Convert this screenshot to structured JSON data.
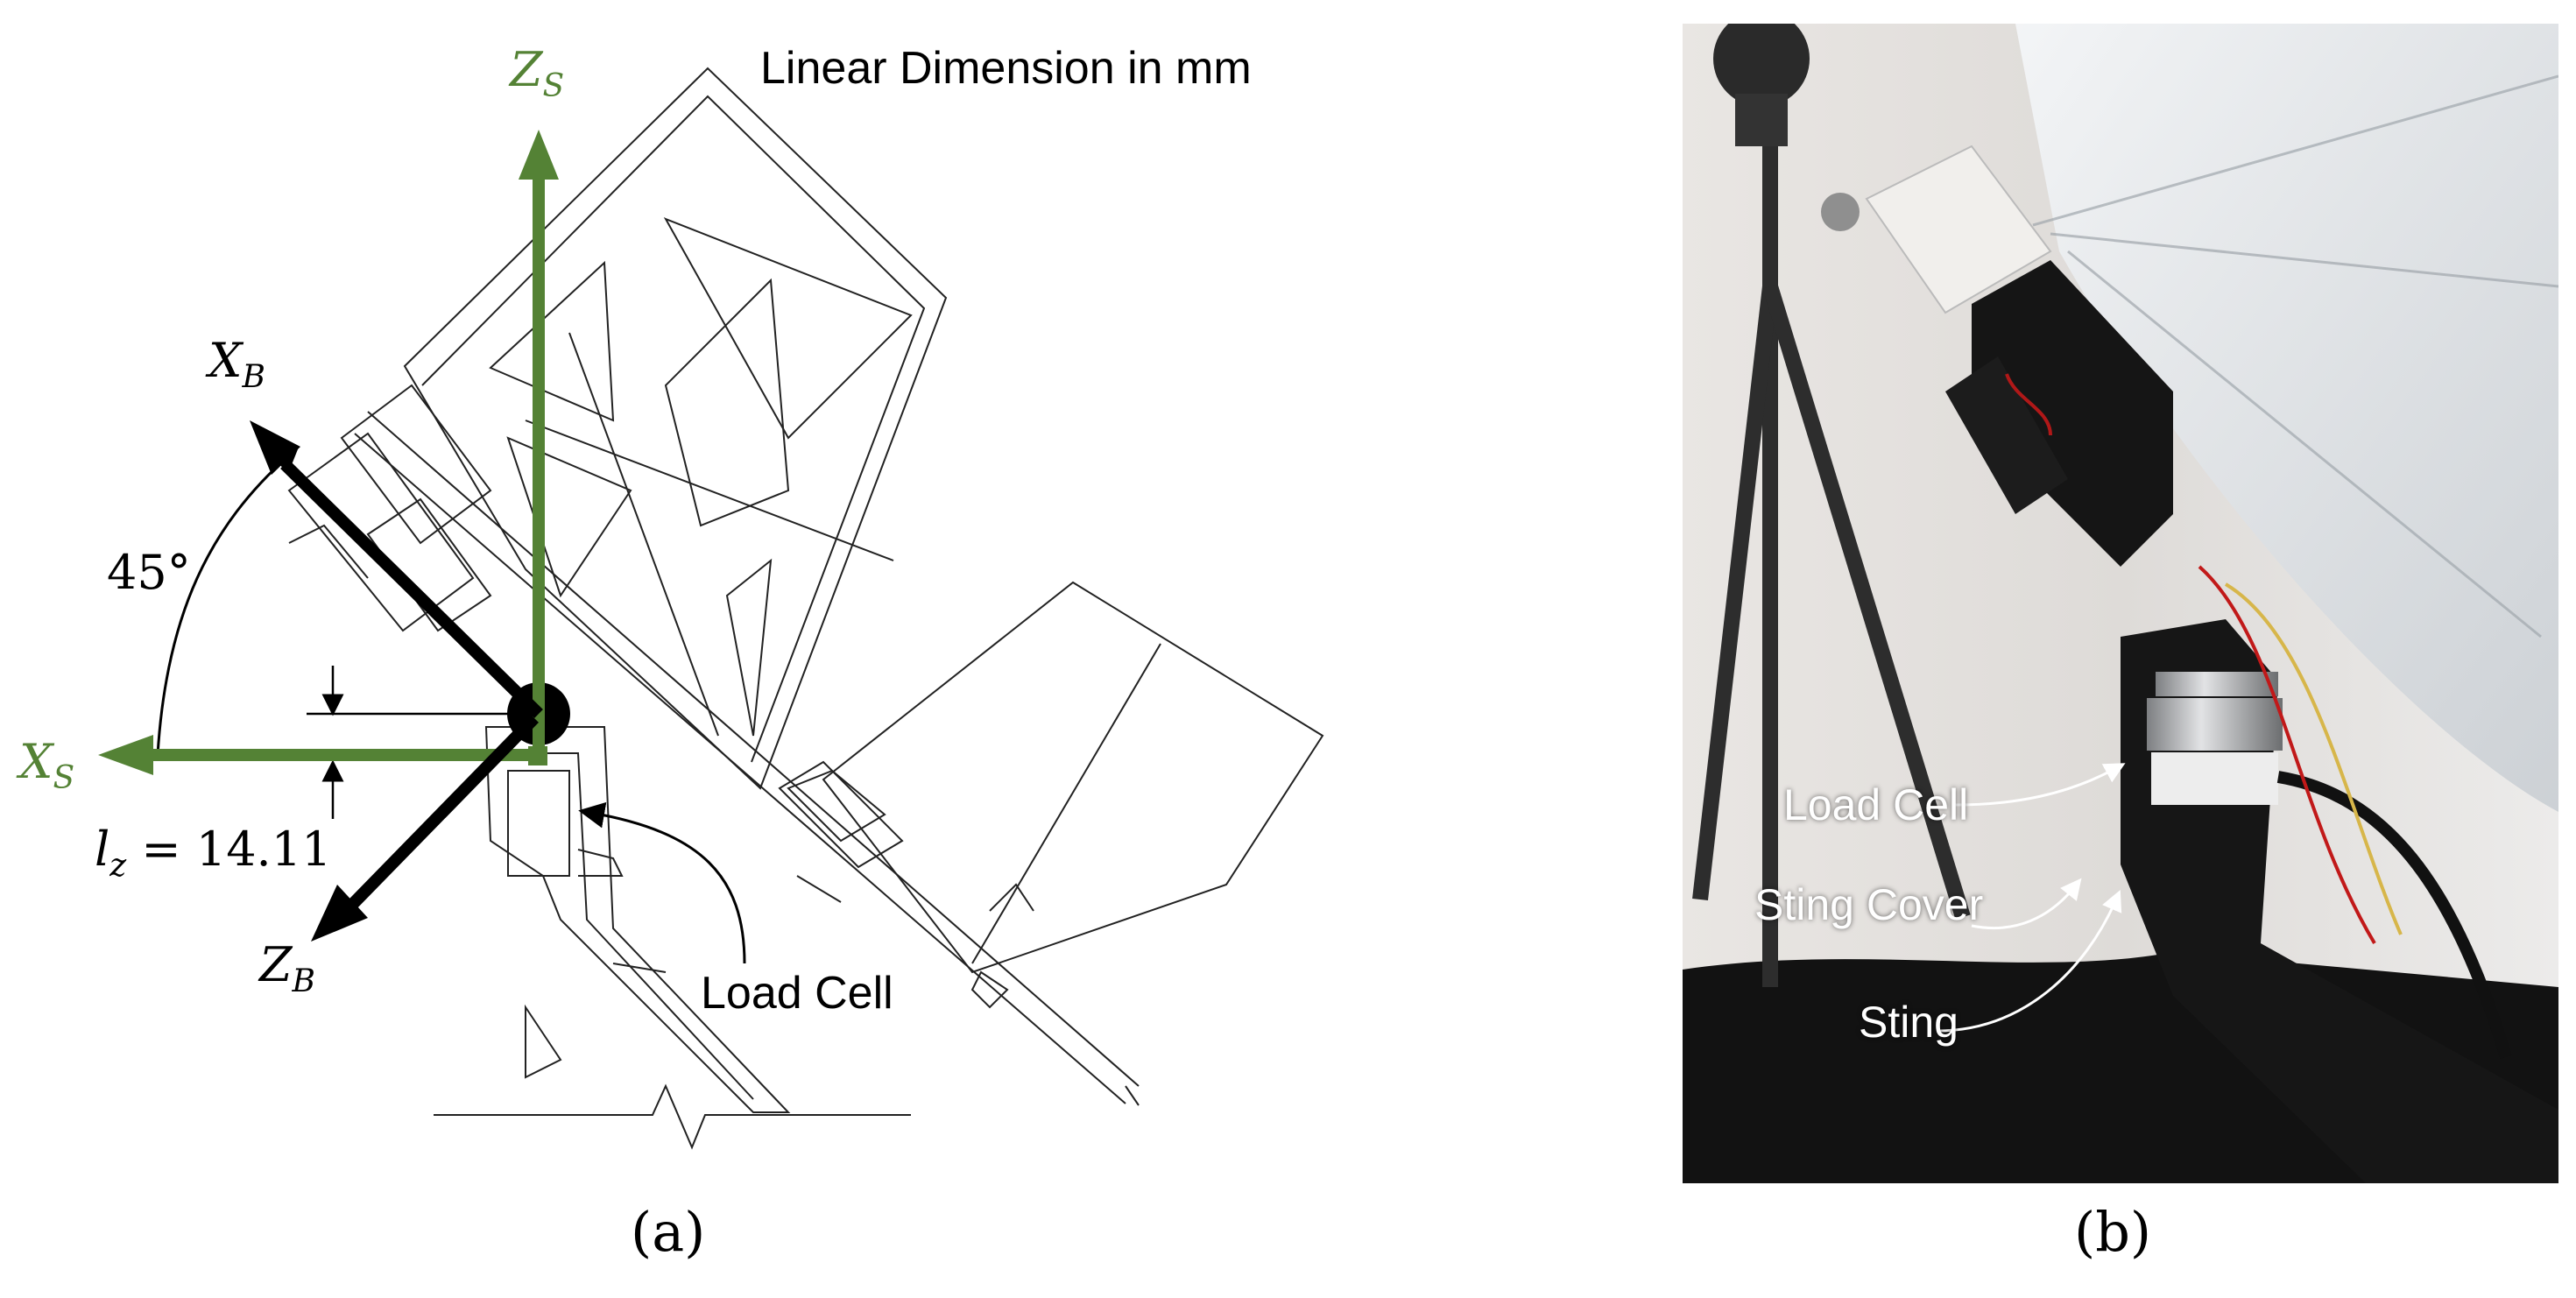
{
  "panel_a": {
    "label": "(a)",
    "title": "Linear Dimension in mm",
    "angle_label": "45°",
    "dimension_label": {
      "symbol": "l",
      "subscript": "z",
      "value": "= 14.11"
    },
    "axes": {
      "zs": {
        "symbol": "Z",
        "subscript": "S"
      },
      "xs": {
        "symbol": "X",
        "subscript": "S"
      },
      "xb": {
        "symbol": "X",
        "subscript": "B"
      },
      "zb": {
        "symbol": "Z",
        "subscript": "B"
      }
    },
    "callout": "Load Cell",
    "colors": {
      "green_axis": "#548235",
      "black_axis": "#000000",
      "lines": "#222222"
    }
  },
  "panel_b": {
    "label": "(b)",
    "callouts": [
      "Load Cell",
      "Sting Cover",
      "Sting"
    ]
  }
}
